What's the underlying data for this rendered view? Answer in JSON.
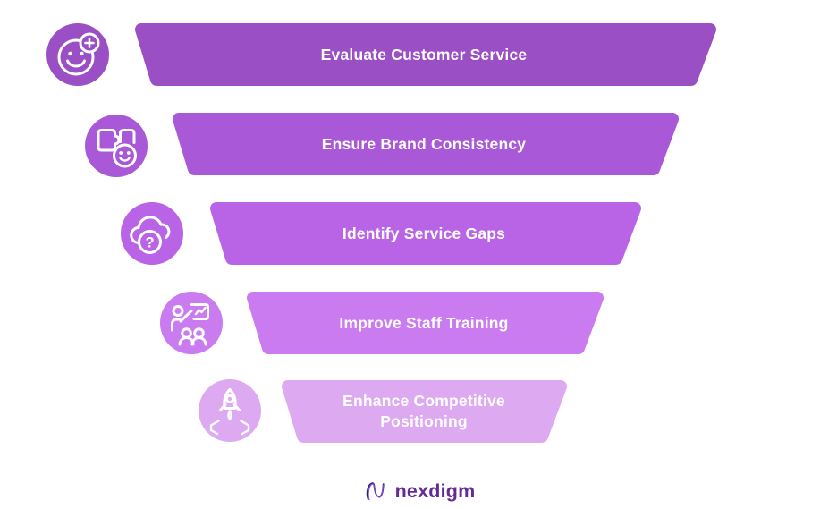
{
  "funnel": {
    "rows": [
      {
        "label": "Evaluate Customer Service",
        "color": "#9a4fc4",
        "icon": "smiley-plus-icon"
      },
      {
        "label": "Ensure Brand Consistency",
        "color": "#a958d7",
        "icon": "puzzle-smiley-icon"
      },
      {
        "label": "Identify Service Gaps",
        "color": "#b964e6",
        "icon": "cloud-question-icon"
      },
      {
        "label": "Improve Staff Training",
        "color": "#c97bef",
        "icon": "people-training-icon"
      },
      {
        "label": "Enhance Competitive Positioning",
        "color": "#ddaaf2",
        "icon": "rocket-launch-icon"
      }
    ],
    "question_mark": "?"
  },
  "footer": {
    "brand_name": "nexdigm"
  }
}
